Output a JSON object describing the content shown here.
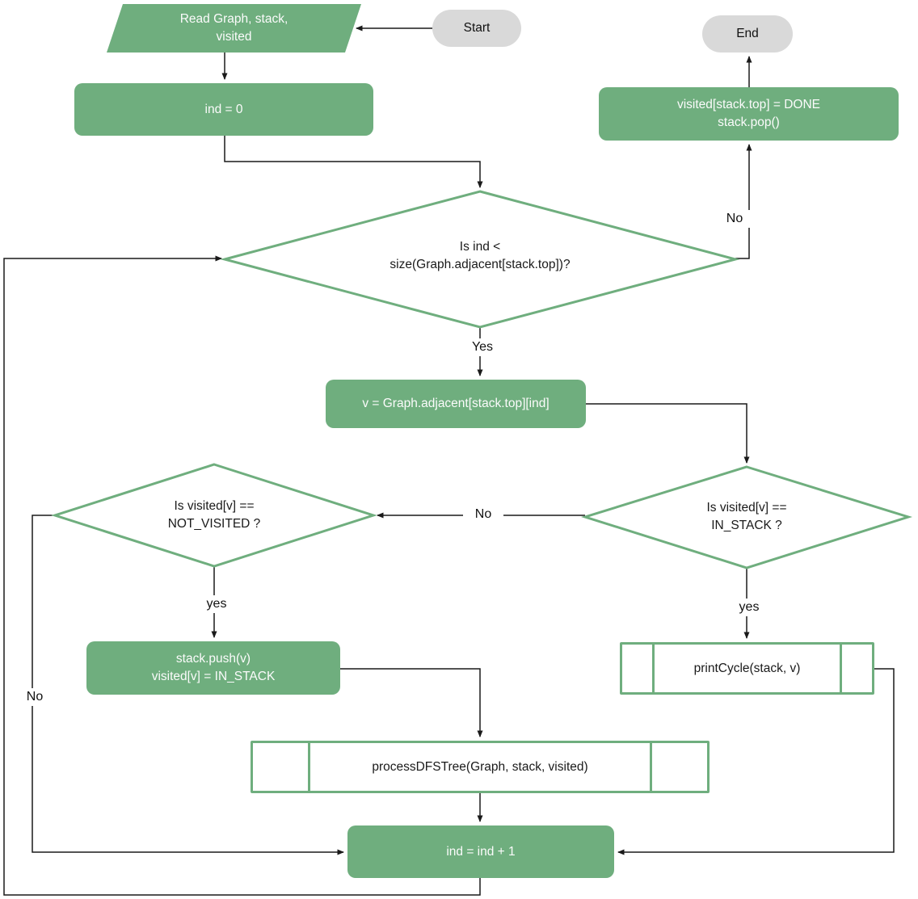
{
  "flowchart": {
    "description": "DFS-based cycle detection flowchart",
    "colors": {
      "node_green": "#6fae7e",
      "terminal_gray": "#d9d9d9",
      "connector": "#1a1a1a",
      "text_on_green": "#fbfbfb",
      "text_dark": "#1a1a1a"
    },
    "nodes": {
      "start": "Start",
      "end": "End",
      "read_input": "Read Graph, stack,\nvisited",
      "init_ind": "ind = 0",
      "mark_done": "visited[stack.top] = DONE\nstack.pop()",
      "loop_check": "Is ind <\nsize(Graph.adjacent[stack.top])?",
      "get_adjacent": "v = Graph.adjacent[stack.top][ind]",
      "check_not_visited": "Is visited[v] ==\nNOT_VISITED ?",
      "check_in_stack": "Is visited[v] ==\nIN_STACK ?",
      "push_stack": "stack.push(v)\nvisited[v] = IN_STACK",
      "print_cycle": "printCycle(stack, v)",
      "process_dfs_tree": "processDFSTree(Graph, stack, visited)",
      "increment_ind": "ind = ind + 1"
    },
    "edge_labels": {
      "loop_check_yes": "Yes",
      "loop_check_no": "No",
      "between_decisions_no": "No",
      "check_in_stack_yes": "yes",
      "check_not_visited_yes": "yes",
      "check_not_visited_no": "No"
    }
  }
}
